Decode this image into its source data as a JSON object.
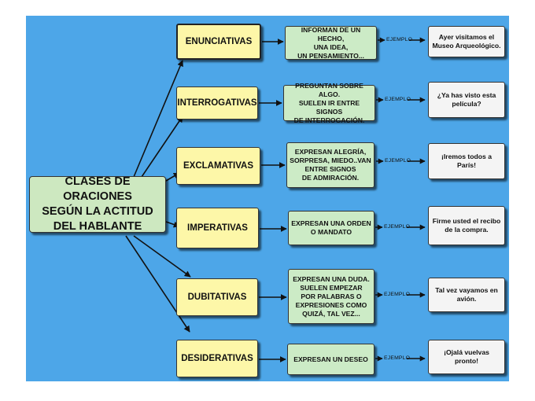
{
  "center": "CLASES DE ORACIONES\nSEGÚN LA ACTITUD\nDEL HABLANTE",
  "example_label": "EJEMPLO",
  "colors": {
    "background": "#4da6e8",
    "category": "#fdf7a8",
    "description": "#ccebc6",
    "example": "#f4f4f4"
  },
  "rows": [
    {
      "type": "ENUNCIATIVAS",
      "description": "INFORMAN DE UN HECHO,\nUNA IDEA,\nUN PENSAMIENTO...",
      "example": "Ayer visitamos el\nMuseo Arqueológico."
    },
    {
      "type": "INTERROGATIVAS",
      "description": "PREGUNTAN SOBRE ALGO.\nSUELEN IR ENTRE SIGNOS\nDE INTERROGACIÓN.",
      "example": "¿Ya has visto esta\npelícula?"
    },
    {
      "type": "EXCLAMATIVAS",
      "description": "EXPRESAN ALEGRÍA,\nSORPRESA, MIEDO..VAN\nENTRE SIGNOS\nDE ADMIRACIÓN.",
      "example": "¡Iremos todos a\nParís!"
    },
    {
      "type": "IMPERATIVAS",
      "description": "EXPRESAN UNA ORDEN\nO MANDATO",
      "example": "Firme usted el recibo\nde la compra."
    },
    {
      "type": "DUBITATIVAS",
      "description": "EXPRESAN UNA DUDA.\nSUELEN EMPEZAR\nPOR PALABRAS O\nEXPRESIONES COMO\nQUIZÁ, TAL VEZ...",
      "example": "Tal vez vayamos en\navión."
    },
    {
      "type": "DESIDERATIVAS",
      "description": "EXPRESAN UN DESEO",
      "example": "¡Ojalá vuelvas\npronto!"
    }
  ]
}
